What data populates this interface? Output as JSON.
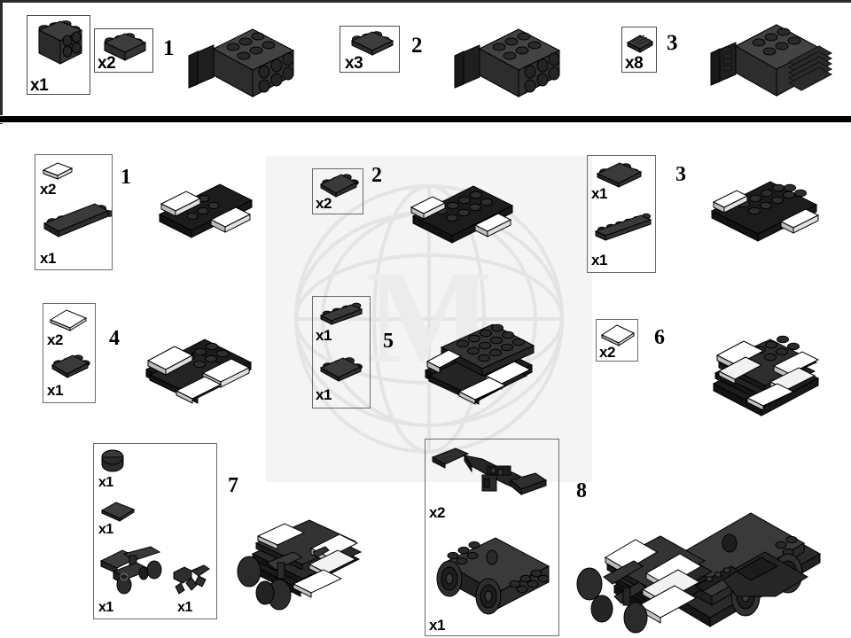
{
  "page": {
    "title": "LEGO Building Instructions",
    "background_color": "#ffffff",
    "divider_color": "#000000",
    "watermark": {
      "letter": "M",
      "color": "#f4f4f4",
      "shape": "circular-globe-logo"
    },
    "colors": {
      "brick_dark": "#3a3a3a",
      "brick_darker": "#262626",
      "brick_black": "#1a1a1a",
      "brick_white": "#ffffff",
      "brick_light_gray": "#c9c9c9",
      "outline": "#000000"
    }
  },
  "top_section": {
    "steps": [
      {
        "number": "1",
        "parts": [
          {
            "qty": "x1",
            "part": "brick-2x4-tall"
          },
          {
            "qty": "x2",
            "part": "brick-2x4"
          }
        ],
        "result": "assembly-stack-1"
      },
      {
        "number": "2",
        "parts": [
          {
            "qty": "x3",
            "part": "plate-2x4"
          }
        ],
        "result": "assembly-stack-2"
      },
      {
        "number": "3",
        "parts": [
          {
            "qty": "x8",
            "part": "tile-1x2-grille"
          }
        ],
        "result": "assembly-stack-3"
      }
    ]
  },
  "main_section": {
    "steps": [
      {
        "number": "1",
        "parts": [
          {
            "qty": "x2",
            "part": "tile-1x2-white"
          },
          {
            "qty": "x1",
            "part": "plate-2x6-black"
          }
        ],
        "result": "sub-assembly-1"
      },
      {
        "number": "2",
        "parts": [
          {
            "qty": "x2",
            "part": "plate-2x3-black"
          }
        ],
        "result": "sub-assembly-2"
      },
      {
        "number": "3",
        "parts": [
          {
            "qty": "x1",
            "part": "plate-2x3-black"
          },
          {
            "qty": "x1",
            "part": "plate-1x6-black"
          }
        ],
        "result": "sub-assembly-3"
      },
      {
        "number": "4",
        "parts": [
          {
            "qty": "x2",
            "part": "tile-2x2-white"
          },
          {
            "qty": "x1",
            "part": "plate-2x3-black"
          }
        ],
        "result": "sub-assembly-4"
      },
      {
        "number": "5",
        "parts": [
          {
            "qty": "x1",
            "part": "plate-1x4-black"
          },
          {
            "qty": "x1",
            "part": "plate-2x3-black"
          }
        ],
        "result": "sub-assembly-5"
      },
      {
        "number": "6",
        "parts": [
          {
            "qty": "x2",
            "part": "tile-2x2-white"
          }
        ],
        "result": "sub-assembly-6"
      },
      {
        "number": "7",
        "parts": [
          {
            "qty": "x1",
            "part": "round-brick-1x1"
          },
          {
            "qty": "x1",
            "part": "tile-2x2-dark"
          },
          {
            "qty": "x1",
            "part": "wheel-axle-assembly"
          },
          {
            "qty": "x1",
            "part": "claw-clip-element"
          }
        ],
        "result": "sub-assembly-7"
      },
      {
        "number": "8",
        "parts": [
          {
            "qty": "x2",
            "part": "train-bogie-arm"
          },
          {
            "qty": "x1",
            "part": "motor-wheel-unit"
          }
        ],
        "result": "final-assembly"
      }
    ]
  }
}
